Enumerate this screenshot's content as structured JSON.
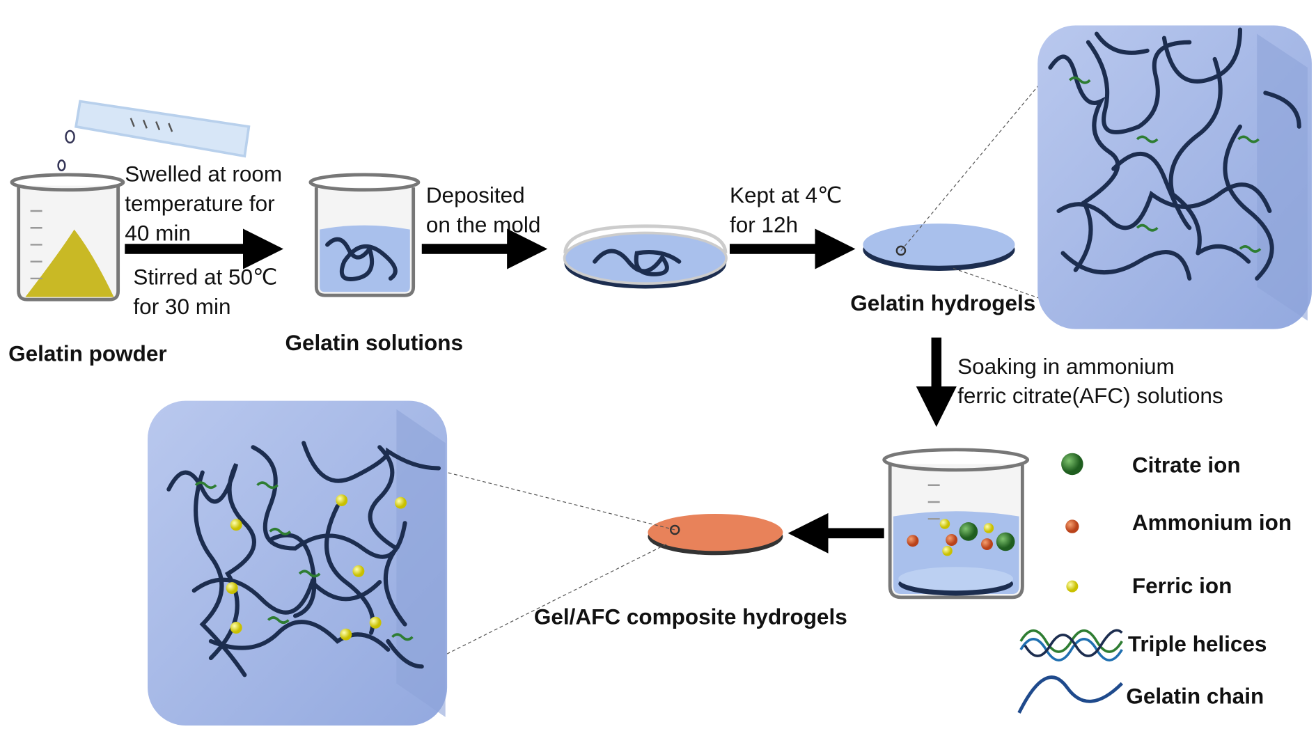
{
  "steps": {
    "swell": [
      "Swelled at room",
      "temperature for",
      "40 min"
    ],
    "stir": [
      "Stirred at 50℃",
      "for 30 min"
    ],
    "deposit": [
      "Deposited",
      "on the mold"
    ],
    "kept": [
      "Kept at 4℃",
      "for 12h"
    ],
    "soak": [
      "Soaking in ammonium",
      "ferric citrate(AFC) solutions"
    ]
  },
  "labels": {
    "powder": "Gelatin powder",
    "solutions": "Gelatin solutions",
    "hydrogels": "Gelatin hydrogels",
    "composite": "Gel/AFC composite hydrogels"
  },
  "legend": [
    {
      "label": "Citrate ion",
      "color": "#2e7d32"
    },
    {
      "label": "Ammonium ion",
      "color": "#e0642a"
    },
    {
      "label": "Ferric ion",
      "color": "#f2ee1c"
    },
    {
      "label": "Triple helices"
    },
    {
      "label": "Gelatin chain",
      "color": "#1f4a8c"
    }
  ],
  "colors": {
    "gel_blue": "#a9c0ec",
    "composite_orange": "#e8825a",
    "powder_yellow": "#c9b925"
  }
}
